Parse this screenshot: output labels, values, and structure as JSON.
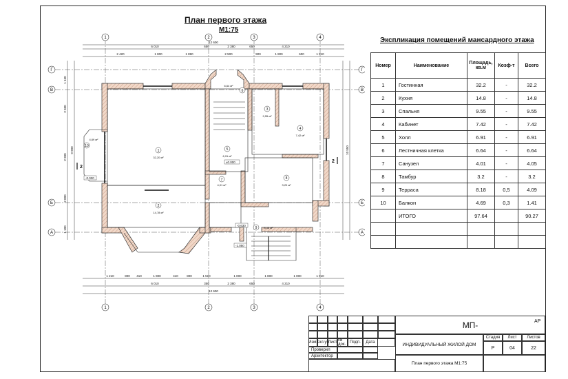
{
  "plan": {
    "title": "План первого этажа",
    "scale": "М1:75",
    "axis_numbers": [
      "1",
      "2",
      "3",
      "4"
    ],
    "axis_letters": [
      "Г",
      "В",
      "Б",
      "А"
    ],
    "top_dims_total": "12 600",
    "top_dims_1": [
      "6 010",
      "650",
      "2 380",
      "650",
      "4 210"
    ],
    "top_dims_2": [
      "2 420",
      "1 800",
      "1 890",
      "2 500",
      "900",
      "1 800",
      "600",
      "1 810"
    ],
    "bottom_dims_1": [
      "1 210",
      "800",
      "410",
      "1 800",
      "410",
      "800",
      "1 510",
      "1 000",
      "1 800",
      "1 000",
      "1 810"
    ],
    "bottom_dims_2": [
      "6 010",
      "350",
      "2 380",
      "650",
      "4 210"
    ],
    "bottom_dims_total": "12 600",
    "left_dims": [
      "1 150",
      "2 500",
      "2 900",
      "2 800",
      "1 100"
    ],
    "left_total": "9 900",
    "right_total": "10 550",
    "rooms": [
      {
        "num": "1",
        "area": "32,20 м²"
      },
      {
        "num": "2",
        "area": "14,78 м²"
      },
      {
        "num": "3",
        "area": "9,55 м²"
      },
      {
        "num": "4",
        "area": "7,42 м²"
      },
      {
        "num": "5",
        "area": "6,91 м²"
      },
      {
        "num": "6",
        "area": "6,64 м²"
      },
      {
        "num": "7",
        "area": "4,01 м²"
      },
      {
        "num": "8",
        "area": "3,20 м²"
      },
      {
        "num": "9",
        "area": "8,18 м²"
      },
      {
        "num": "10",
        "area": "4,69 м²"
      }
    ],
    "levels": [
      "-0.030",
      "±0.000",
      "-0.630",
      "-0.650",
      "-1.050",
      "-0.630"
    ],
    "section_mark": "2"
  },
  "explication": {
    "title": "Экспликация помещений мансардного этажа",
    "headers": [
      "Номер",
      "Наименование",
      "Площадь, кв.м",
      "Коэф-т",
      "Всего"
    ],
    "rows": [
      [
        "1",
        "Гостинная",
        "32.2",
        "-",
        "32.2"
      ],
      [
        "2",
        "Кухня",
        "14.8",
        "-",
        "14.8"
      ],
      [
        "3",
        "Спальня",
        "9.55",
        "-",
        "9.55"
      ],
      [
        "4",
        "Кабинет",
        "7.42",
        "-",
        "7.42"
      ],
      [
        "5",
        "Холл",
        "6.91",
        "-",
        "6.91"
      ],
      [
        "6",
        "Лестничная клетка",
        "6.64",
        "-",
        "6.64"
      ],
      [
        "7",
        "Санузел",
        "4.01",
        "-",
        "4.05"
      ],
      [
        "8",
        "Тамбур",
        "3.2",
        "-",
        "3.2"
      ],
      [
        "9",
        "Терраса",
        "8.18",
        "0,5",
        "4.09"
      ],
      [
        "10",
        "Балкон",
        "4.69",
        "0,3",
        "1.41"
      ]
    ],
    "total": [
      "",
      "ИТОГО",
      "97.64",
      "",
      "90.27"
    ]
  },
  "stamp": {
    "code": "МП-",
    "sheet_type": "АР",
    "project": "ИНДИВИДУАЛЬНЫЙ ЖИЛОЙ ДОМ",
    "sheet_title": "План первого этажа М1:75",
    "col_headers": [
      "Изм.",
      "Кол.уч",
      "Лист",
      "№ док.",
      "Подп.",
      "Дата"
    ],
    "checked": "Проверил",
    "architect": "Архитектор",
    "stage_label": "Стадия",
    "sheet_label": "Лист",
    "sheets_label": "Листов",
    "stage": "Р",
    "sheet": "04",
    "sheets": "22"
  }
}
